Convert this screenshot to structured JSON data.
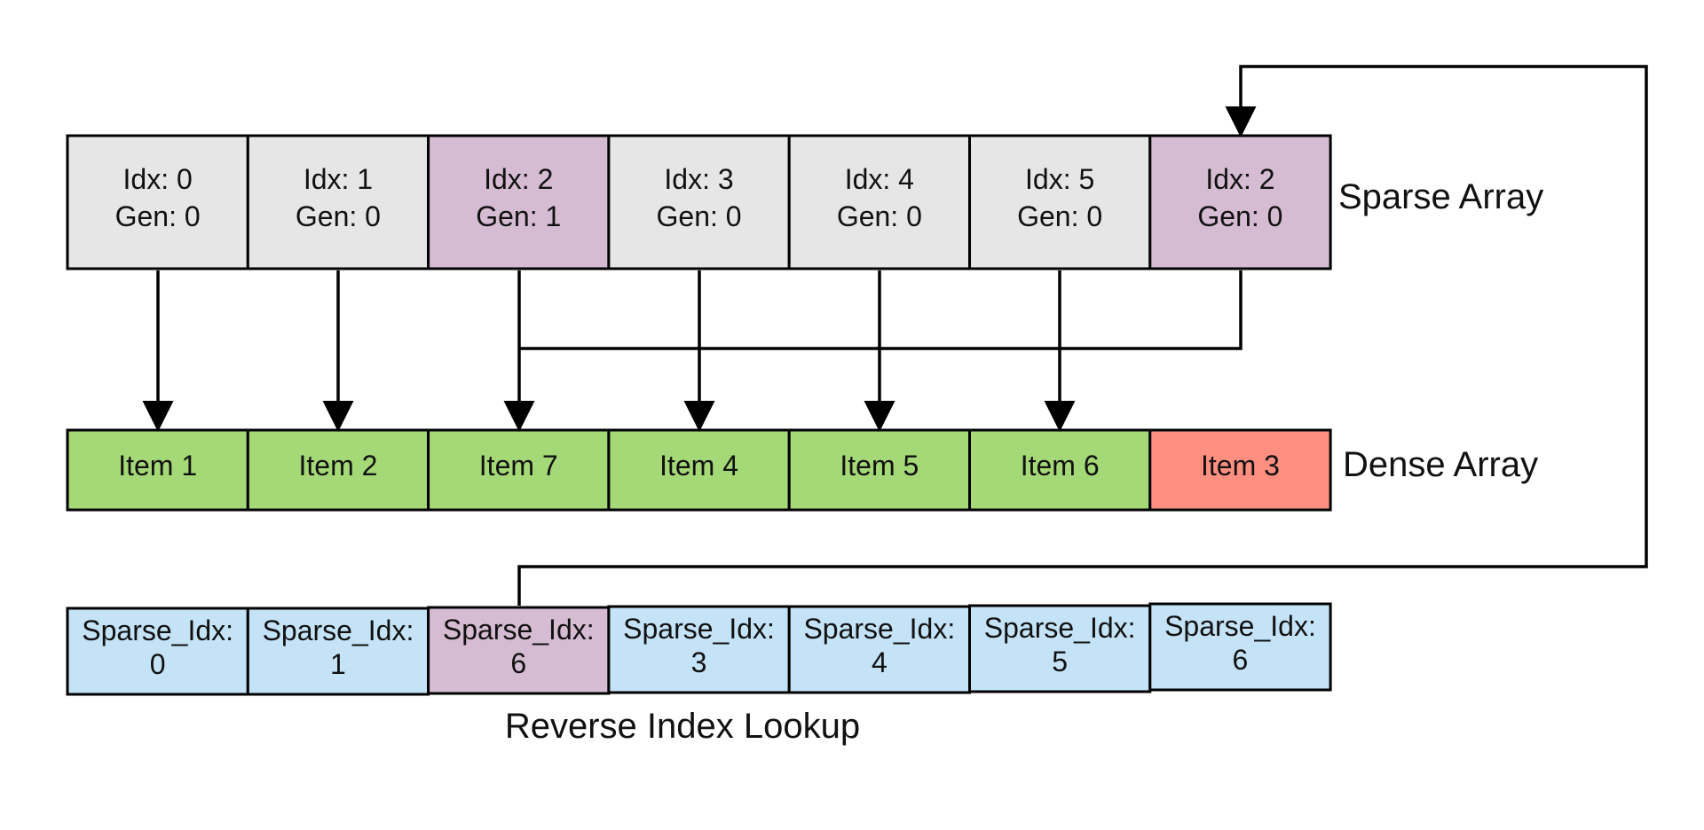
{
  "sparse_array": {
    "label": "Sparse Array",
    "cells": [
      {
        "idx_text": "Idx: 0",
        "gen_text": "Gen: 0",
        "highlighted": false
      },
      {
        "idx_text": "Idx: 1",
        "gen_text": "Gen: 0",
        "highlighted": false
      },
      {
        "idx_text": "Idx: 2",
        "gen_text": "Gen: 1",
        "highlighted": true
      },
      {
        "idx_text": "Idx: 3",
        "gen_text": "Gen: 0",
        "highlighted": false
      },
      {
        "idx_text": "Idx: 4",
        "gen_text": "Gen: 0",
        "highlighted": false
      },
      {
        "idx_text": "Idx: 5",
        "gen_text": "Gen: 0",
        "highlighted": false
      },
      {
        "idx_text": "Idx: 2",
        "gen_text": "Gen: 0",
        "highlighted": true
      }
    ]
  },
  "dense_array": {
    "label": "Dense Array",
    "cells": [
      {
        "text": "Item 1",
        "removed": false
      },
      {
        "text": "Item 2",
        "removed": false
      },
      {
        "text": "Item 7",
        "removed": false
      },
      {
        "text": "Item 4",
        "removed": false
      },
      {
        "text": "Item 5",
        "removed": false
      },
      {
        "text": "Item 6",
        "removed": false
      },
      {
        "text": "Item 3",
        "removed": true
      }
    ]
  },
  "reverse_lookup": {
    "label": "Reverse Index Lookup",
    "cells": [
      {
        "line1": "Sparse_Idx:",
        "line2": "0",
        "highlighted": false
      },
      {
        "line1": "Sparse_Idx:",
        "line2": "1",
        "highlighted": false
      },
      {
        "line1": "Sparse_Idx:",
        "line2": "6",
        "highlighted": true
      },
      {
        "line1": "Sparse_Idx:",
        "line2": "3",
        "highlighted": false
      },
      {
        "line1": "Sparse_Idx:",
        "line2": "4",
        "highlighted": false
      },
      {
        "line1": "Sparse_Idx:",
        "line2": "5",
        "highlighted": false
      },
      {
        "line1": "Sparse_Idx:",
        "line2": "6",
        "highlighted": false
      }
    ]
  },
  "colors": {
    "sparse_default": "#e6e6e6",
    "highlight": "#d5bcd2",
    "dense_default": "#a5d977",
    "dense_removed": "#ff8f80",
    "reverse_default": "#c4e3f7",
    "stroke": "#000000"
  }
}
